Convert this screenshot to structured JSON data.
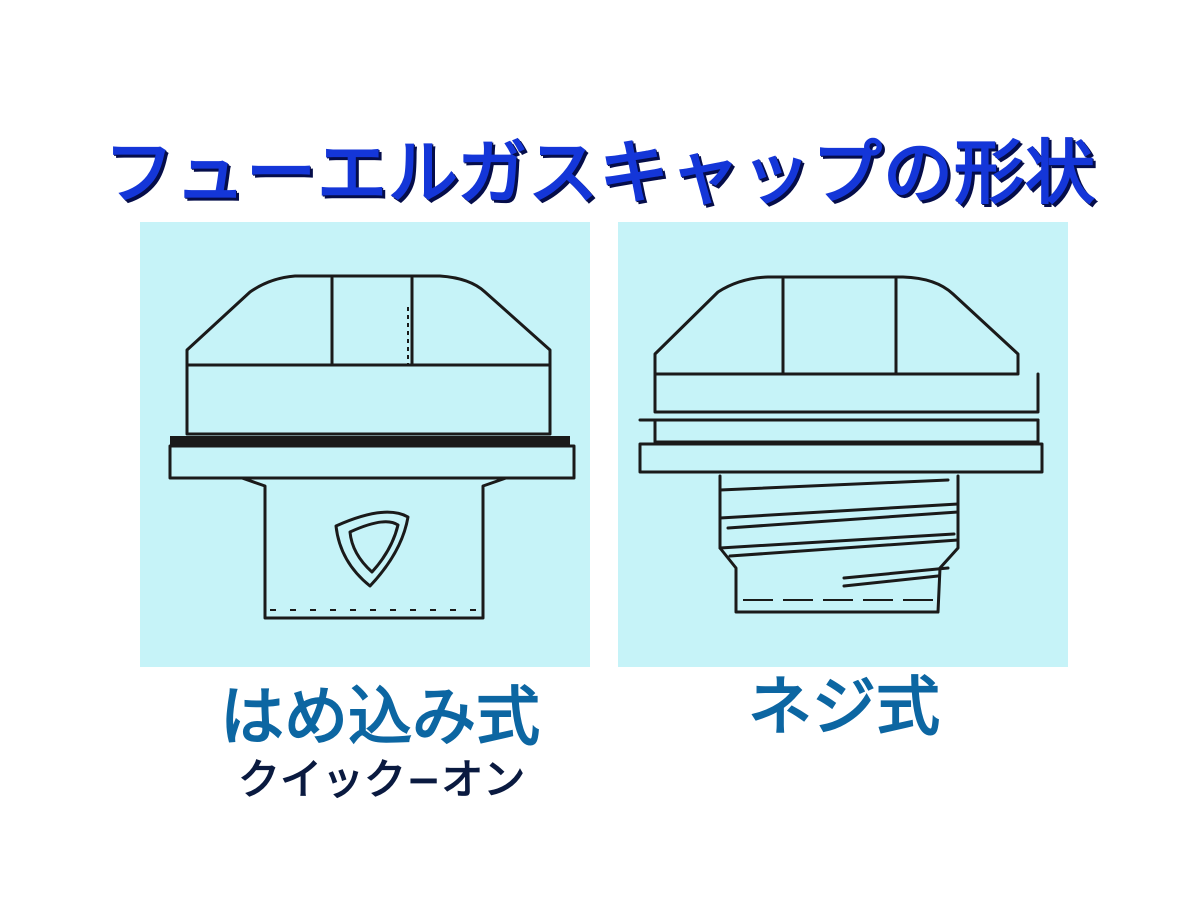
{
  "title": "フューエルガスキャップの形状",
  "colors": {
    "title": "#1436d8",
    "panel_background": "#c6f3f8",
    "label": "#0c66a2",
    "line_art": "#1a1a1a"
  },
  "panels": [
    {
      "label": "はめ込み式",
      "sublabel": "クイック−オン",
      "illustration": "quick-on-fuel-cap-drawing"
    },
    {
      "label": "ネジ式",
      "illustration": "screw-type-fuel-cap-drawing"
    }
  ]
}
